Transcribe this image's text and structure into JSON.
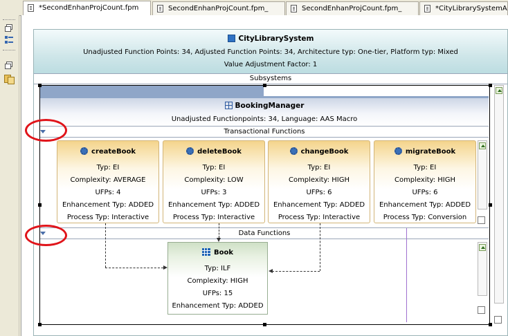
{
  "tabs": [
    {
      "label": "*SecondEnhanProjCount.fpm"
    },
    {
      "label": "SecondEnhanProjCount.fpm_"
    },
    {
      "label": "SecondEnhanProjCount.fpm_"
    },
    {
      "label": "*CityLibrarySystemAppl"
    }
  ],
  "system": {
    "name": "CityLibrarySystem",
    "summary": "Unadjusted Function Points: 34, Adjusted Function Points: 34, Architecture typ: One-tier, Platform typ: Mixed",
    "vaf": "Value Adjustment Factor: 1",
    "subsystems_label": "Subsystems"
  },
  "subsystem": {
    "name": "BookingManager",
    "summary": "Unadjusted Functionpoints: 34, Language: AAS Macro",
    "transactional_label": "Transactional Functions",
    "data_label": "Data Functions"
  },
  "transactions": [
    {
      "name": "createBook",
      "typ": "Typ: EI",
      "complexity": "Complexity: AVERAGE",
      "ufps": "UFPs: 4",
      "enh": "Enhancement Typ: ADDED",
      "proc": "Process Typ: Interactive"
    },
    {
      "name": "deleteBook",
      "typ": "Typ: EI",
      "complexity": "Complexity: LOW",
      "ufps": "UFPs: 3",
      "enh": "Enhancement Typ: ADDED",
      "proc": "Process Typ: Interactive"
    },
    {
      "name": "changeBook",
      "typ": "Typ: EI",
      "complexity": "Complexity: HIGH",
      "ufps": "UFPs: 6",
      "enh": "Enhancement Typ: ADDED",
      "proc": "Process Typ: Interactive"
    },
    {
      "name": "migrateBook",
      "typ": "Typ: EI",
      "complexity": "Complexity: HIGH",
      "ufps": "UFPs: 6",
      "enh": "Enhancement Typ: ADDED",
      "proc": "Process Typ: Conversion"
    }
  ],
  "data_function": {
    "name": "Book",
    "typ": "Typ: ILF",
    "complexity": "Complexity: HIGH",
    "ufps": "UFPs: 15",
    "enh": "Enhancement Typ: ADDED"
  },
  "colors": {
    "system_header": "#cfe6e9",
    "subsystem_header": "#8fa6c8",
    "transaction_card": "#f4d48c",
    "data_card": "#cfe0c6",
    "highlight": "#e0141a"
  }
}
